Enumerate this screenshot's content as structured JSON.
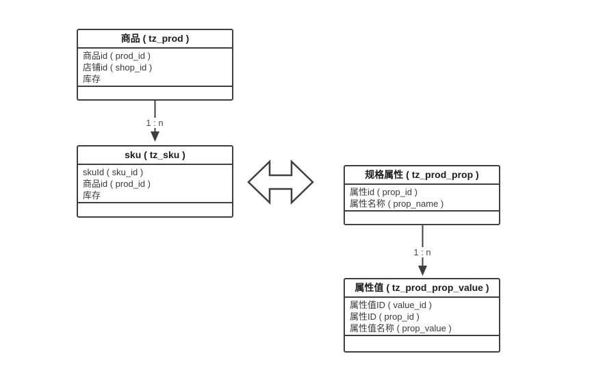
{
  "diagram": {
    "entities": [
      {
        "title": "商品 ( tz_prod )",
        "fields": [
          "商品id ( prod_id )",
          "店铺id ( shop_id )",
          "库存"
        ]
      },
      {
        "title": "sku ( tz_sku )",
        "fields": [
          "skuId ( sku_id )",
          "商品id ( prod_id )",
          "库存"
        ]
      },
      {
        "title": "规格属性 ( tz_prod_prop )",
        "fields": [
          "属性id ( prop_id )",
          "属性名称 ( prop_name )"
        ]
      },
      {
        "title": "属性值 ( tz_prod_prop_value )",
        "fields": [
          "属性值ID ( value_id )",
          "属性ID ( prop_id )",
          "属性值名称 ( prop_value )"
        ]
      }
    ],
    "relations": [
      {
        "from": "商品 ( tz_prod )",
        "to": "sku ( tz_sku )",
        "label": "1 : n"
      },
      {
        "from": "规格属性 ( tz_prod_prop )",
        "to": "属性值 ( tz_prod_prop_value )",
        "label": "1 : n"
      }
    ],
    "center_icon": "double-headed-horizontal-arrow",
    "colors": {
      "border": "#3f3f3f",
      "text": "#383838",
      "background": "#ffffff"
    }
  }
}
